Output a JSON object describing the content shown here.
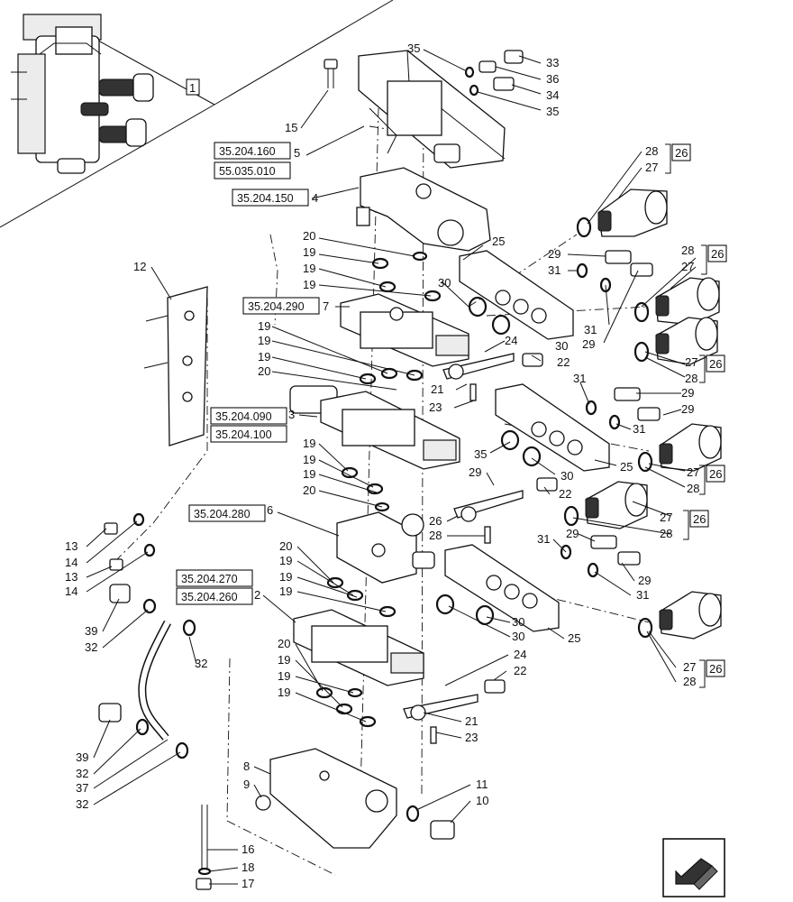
{
  "section_refs": {
    "r160": "35.204.160",
    "r010": "55.035.010",
    "r150": "35.204.150",
    "r290": "35.204.290",
    "r090": "35.204.090",
    "r100": "35.204.100",
    "r280": "35.204.280",
    "r270": "35.204.270",
    "r260": "35.204.260"
  },
  "overview_label": "1",
  "ref_26": "26",
  "callouts": {
    "c1": "35",
    "c2": "33",
    "c3": "36",
    "c4": "34",
    "c5": "35",
    "c6": "15",
    "c7": "5",
    "c8": "4",
    "c9": "28",
    "c10": "27",
    "c11": "25",
    "c12": "20",
    "c13": "19",
    "c14": "19",
    "c15": "19",
    "c16": "7",
    "c17": "12",
    "c18": "29",
    "c19": "31",
    "c20": "30",
    "c21": "28",
    "c22": "27",
    "c23": "31",
    "c24": "29",
    "c25": "30",
    "c26": "24",
    "c27": "22",
    "c28": "19",
    "c29": "19",
    "c30": "19",
    "c31": "20",
    "c32": "27",
    "c33": "28",
    "c34": "21",
    "c35": "23",
    "c36": "3",
    "c37": "31",
    "c38": "29",
    "c39": "29",
    "c40": "31",
    "c41": "35",
    "c42": "30",
    "c43": "25",
    "c44": "27",
    "c45": "28",
    "c46": "19",
    "c47": "19",
    "c48": "19",
    "c49": "20",
    "c50": "29",
    "c51": "22",
    "c52": "26",
    "c53": "28",
    "c54": "27",
    "c55": "28",
    "c56": "6",
    "c57": "13",
    "c58": "14",
    "c59": "13",
    "c60": "14",
    "c61": "31",
    "c62": "29",
    "c63": "20",
    "c64": "19",
    "c65": "19",
    "c66": "19",
    "c67": "29",
    "c68": "31",
    "c69": "2",
    "c70": "30",
    "c71": "30",
    "c72": "25",
    "c73": "39",
    "c74": "32",
    "c75": "32",
    "c76": "27",
    "c77": "28",
    "c78": "20",
    "c79": "19",
    "c80": "19",
    "c81": "19",
    "c82": "24",
    "c83": "22",
    "c84": "21",
    "c85": "23",
    "c86": "39",
    "c87": "32",
    "c88": "37",
    "c89": "32",
    "c90": "8",
    "c91": "9",
    "c92": "11",
    "c93": "10",
    "c94": "16",
    "c95": "18",
    "c96": "17"
  },
  "icons": {
    "nav": "next-page-arrow-icon"
  }
}
